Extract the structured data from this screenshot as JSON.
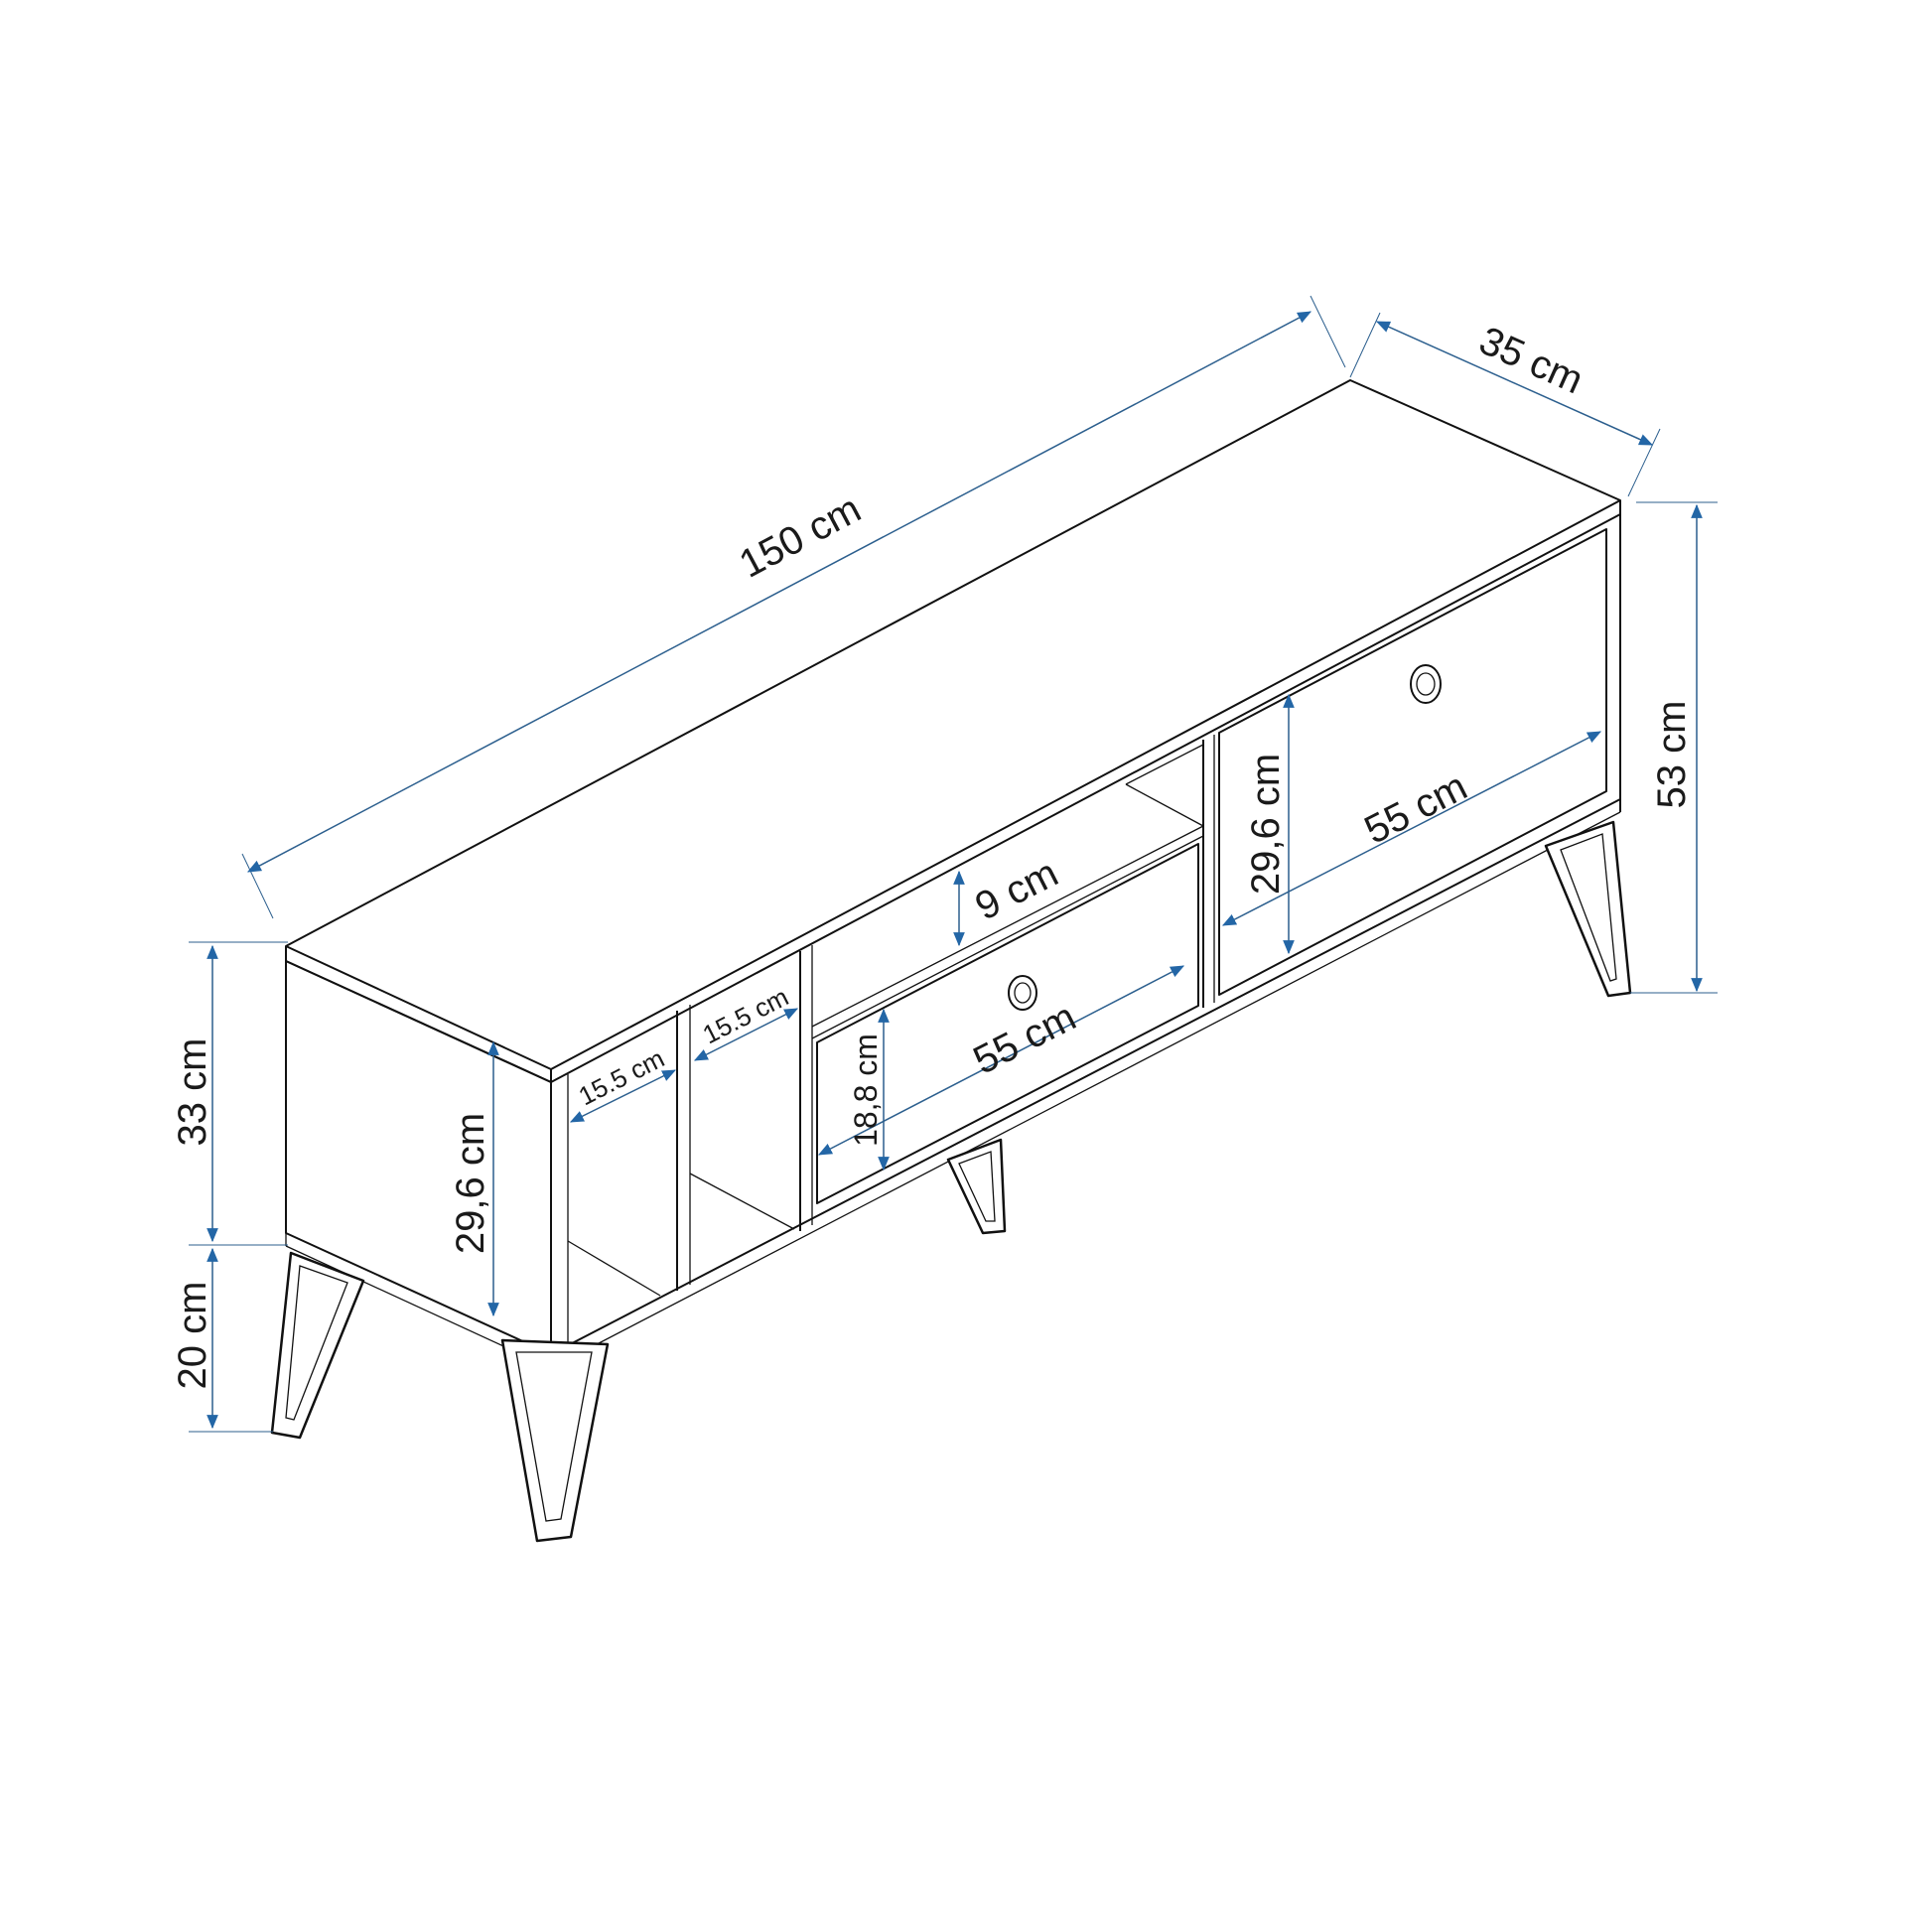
{
  "colors": {
    "dimension_line": "#2c5f8e",
    "arrow": "#2366a6",
    "outline": "#111111",
    "background": "#ffffff"
  },
  "dimensions": {
    "width_total": "150 cm",
    "depth": "35 cm",
    "height_total": "53 cm",
    "body_height": "33 cm",
    "leg_height": "20 cm",
    "open_shelf_height": "29,6 cm",
    "open_shelf_width_left": "15.5 cm",
    "open_shelf_width_right": "15.5 cm",
    "niche_height": "9 cm",
    "drawer_height": "18,8 cm",
    "drawer_width": "55 cm",
    "door_height": "29,6 cm",
    "door_width": "55 cm"
  }
}
